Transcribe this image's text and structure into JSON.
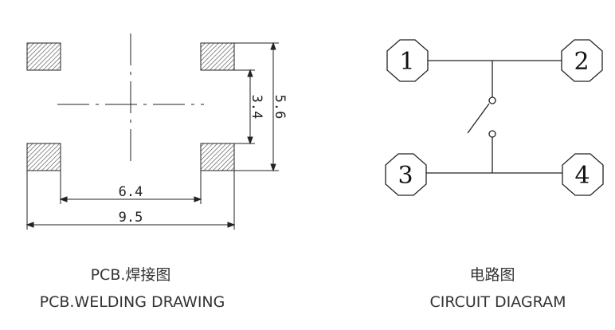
{
  "pcb": {
    "dim_64": "6.4",
    "dim_95": "9.5",
    "dim_34": "3.4",
    "dim_56": "5.6",
    "caption_cn": "PCB.焊接图",
    "caption_en": "PCB.WELDING DRAWING"
  },
  "circuit": {
    "pins": [
      "1",
      "2",
      "3",
      "4"
    ],
    "caption_cn": "电路图",
    "caption_en": "CIRCUIT DIAGRAM"
  },
  "colors": {
    "line": "#222222",
    "pad_hatch": "#444444",
    "text": "#333333"
  }
}
